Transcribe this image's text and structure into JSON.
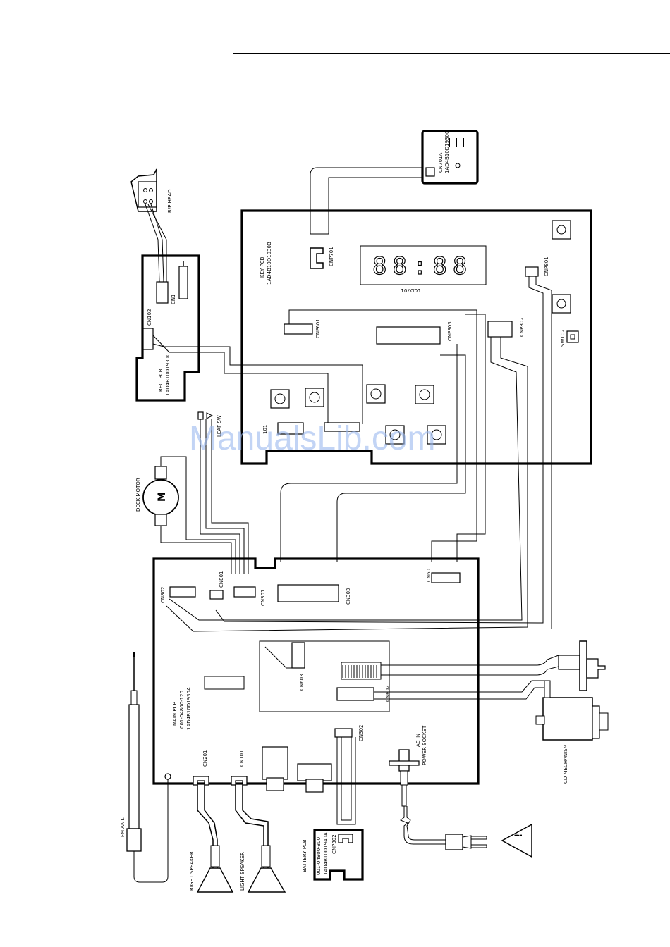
{
  "labels": {
    "rp_head": "R/P HEAD",
    "rec_pcb_1": "REC. PCB",
    "rec_pcb_2": "1AD4B10D1930C",
    "cn102": "CN102",
    "cn1": "CN1",
    "cn701a": "CN701A",
    "cn701a_pcb": "1AD4B10D19300",
    "key_pcb_1": "KEY PCB",
    "key_pcb_2": "1AD4B10D1930B",
    "cnp701": "CNP701",
    "lcd701": "LCD701",
    "lcd_digits": "88:88",
    "cnp801": "CNP801",
    "cnp601": "CNP601",
    "cnp303": "CNP303",
    "cnp802": "CNP802",
    "sw102": "SW102",
    "sw101": "101",
    "leaf_sw": "LEAF SW",
    "deck_motor": "DECK MOTOR",
    "motor_m": "M",
    "cn802": "CN802",
    "cn801": "CN801",
    "cn301": "CN301",
    "cn303": "CN303",
    "cn601": "CN601",
    "cn603": "CN603",
    "cn602": "CN602",
    "main_pcb_1": "MAIN PCB",
    "main_pcb_2": "001-04800-120",
    "main_pcb_3": "1AD4B10D1930A",
    "cn302": "CN302",
    "cn201": "CN201",
    "cn101": "CN101",
    "ac_in_1": "AC IN",
    "ac_in_2": "POWER SOCKET",
    "cd_mechanism": "CD MECHANISM",
    "fm_ant": "FM ANT.",
    "right_speaker": "RIGHT SPEAKER",
    "left_speaker": "LIGHT SPEAKER",
    "battery_pcb_1": "BATTERY PCB",
    "battery_pcb_2": "001-04800-800",
    "battery_pcb_3": "1AD4B10D1940A",
    "cnp302": "CNP302",
    "warning_mark": "!"
  },
  "watermark": "ManualsLib.com"
}
